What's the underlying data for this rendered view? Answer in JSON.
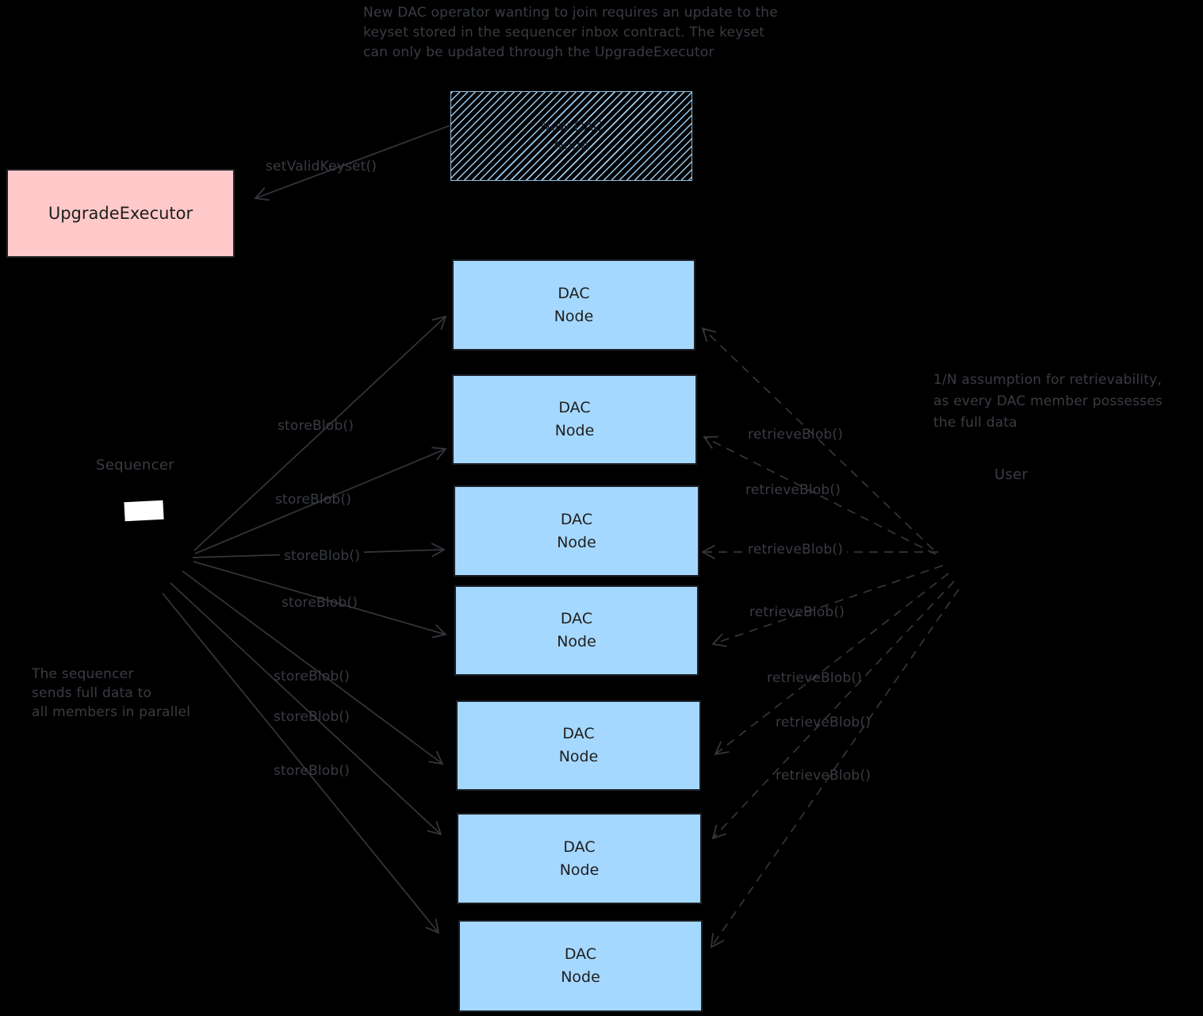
{
  "title_note": "New DAC operator wanting to join requires an update to the\nkeyset stored in the sequencer inbox contract. The keyset\ncan only be updated through the UpgradeExecutor",
  "nodes": {
    "upgrade_executor": {
      "label": "UpgradeExecutor"
    },
    "new_dac_node": {
      "label": "New DAC\nNode"
    },
    "sequencer": {
      "label": "Sequencer"
    },
    "user": {
      "label": "User"
    }
  },
  "dac_nodes": [
    {
      "label": "DAC\nNode"
    },
    {
      "label": "DAC\nNode"
    },
    {
      "label": "DAC\nNode"
    },
    {
      "label": "DAC\nNode"
    },
    {
      "label": "DAC\nNode"
    },
    {
      "label": "DAC\nNode"
    },
    {
      "label": "DAC\nNode"
    }
  ],
  "edge_labels": {
    "set_valid_keyset": "setValidKeyset()",
    "store": [
      "storeBlob()",
      "storeBlob()",
      "storeBlob()",
      "storeBlob()",
      "storeBlob()",
      "storeBlob()",
      "storeBlob()"
    ],
    "retrieve": [
      "retrieveBlob()",
      "retrieveBlob()",
      "retrieveBlob()",
      "retrieveBlob()",
      "retrieveBlob()",
      "retrieveBlob()",
      "retrieveBlob()"
    ]
  },
  "notes": {
    "sequencer_note": "The sequencer\nsends full data to\nall members in parallel",
    "retrievability_note": "1/N assumption for retrievability,\nas every DAC member possesses\nthe full data"
  },
  "colors": {
    "background": "#000000",
    "dac_node_fill": "#a5d8ff",
    "upgrade_executor_fill": "#ffc9c9",
    "hatch_blue": "#a5d8ff",
    "stroke_gray": "#34363b",
    "box_text": "#1e1e1e",
    "chip_white": "#ffffff"
  }
}
